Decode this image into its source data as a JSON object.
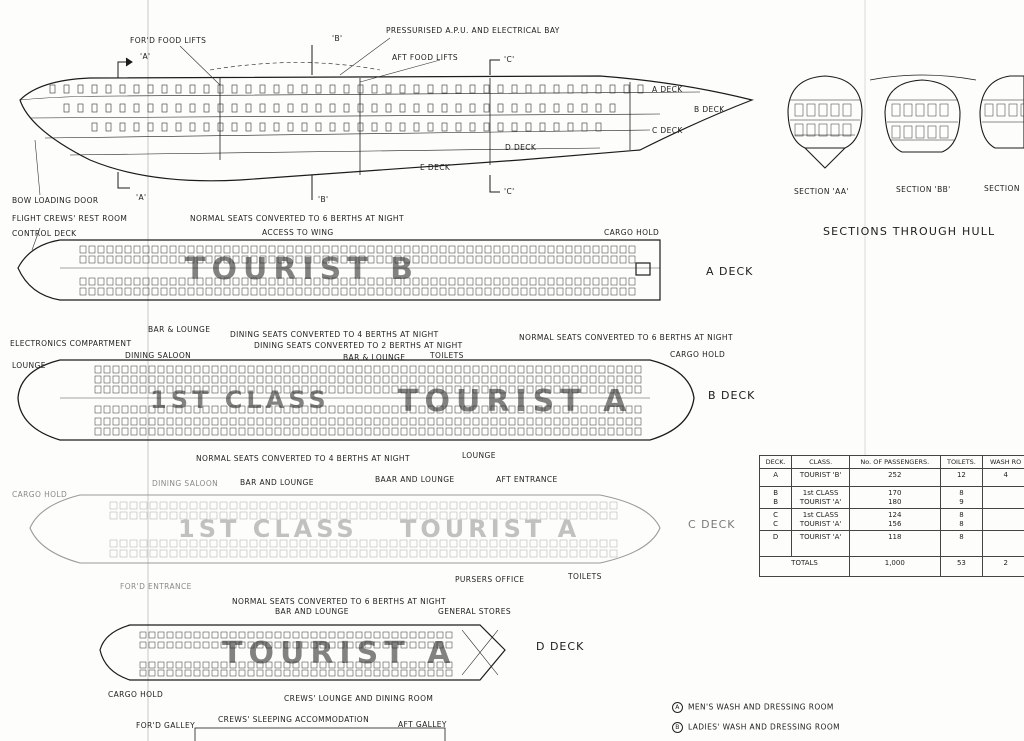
{
  "profile_labels": {
    "ford_food_lifts": "FOR'D FOOD LIFTS",
    "pressurised_apu": "PRESSURISED A.P.U. AND ELECTRICAL BAY",
    "aft_food_lifts": "AFT FOOD LIFTS",
    "bow_loading_door": "BOW LOADING DOOR",
    "a_deck": "A DECK",
    "b_deck": "B DECK",
    "c_deck": "C DECK",
    "d_deck": "D DECK",
    "e_deck": "E DECK",
    "sec_a_top": "'A'",
    "sec_a_bottom": "'A'",
    "sec_b_top": "'B'",
    "sec_b_bottom": "'B'",
    "sec_c_top": "'C'",
    "sec_c_bottom": "'C'"
  },
  "sections": {
    "aa": "SECTION 'AA'",
    "bb": "SECTION 'BB'",
    "cc": "SECTION",
    "title": "SECTIONS THROUGH HULL"
  },
  "a_deck_plan": {
    "title": "A DECK",
    "flight_crews_rest": "FLIGHT CREWS' REST ROOM",
    "control_deck": "CONTROL DECK",
    "normal_seats": "NORMAL SEATS CONVERTED TO 6 BERTHS AT NIGHT",
    "access_to_wing": "ACCESS TO WING",
    "cargo_hold": "CARGO HOLD",
    "class_text": "TOURIST B"
  },
  "b_deck_plan": {
    "title": "B DECK",
    "electronics": "ELECTRONICS COMPARTMENT",
    "lounge": "LOUNGE",
    "dining_saloon": "DINING SALOON",
    "bar_lounge_1": "BAR & LOUNGE",
    "dining_seats_4": "DINING SEATS CONVERTED TO 4 BERTHS AT NIGHT",
    "dining_seats_2": "DINING SEATS CONVERTED TO 2 BERTHS AT NIGHT",
    "bar_lounge_2": "BAR & LOUNGE",
    "toilets": "TOILETS",
    "normal_seats_6": "NORMAL SEATS CONVERTED TO 6 BERTHS AT NIGHT",
    "cargo_hold": "CARGO HOLD",
    "normal_seats_4": "NORMAL SEATS CONVERTED TO 4 BERTHS AT NIGHT",
    "lounge_bottom": "LOUNGE",
    "class_text_1": "1ST CLASS",
    "class_text_2": "TOURIST A"
  },
  "c_deck_plan": {
    "title": "C DECK",
    "cargo_hold": "CARGO HOLD",
    "dining_saloon": "DINING SALOON",
    "bar_lounge_1": "BAR AND LOUNGE",
    "bar_lounge_2": "BAAR AND LOUNGE",
    "aft_entrance": "AFT ENTRANCE",
    "ford_entrance": "FOR'D ENTRANCE",
    "pursers_office": "PURSERS OFFICE",
    "toilets": "TOILETS",
    "class_text_1": "1ST CLASS",
    "class_text_2": "TOURIST A"
  },
  "d_deck_plan": {
    "title": "D DECK",
    "normal_seats": "NORMAL SEATS CONVERTED TO 6 BERTHS AT NIGHT",
    "bar_lounge": "BAR AND LOUNGE",
    "general_stores": "GENERAL STORES",
    "cargo_hold": "CARGO HOLD",
    "crews_lounge": "CREWS' LOUNGE AND DINING ROOM",
    "ford_galley": "FOR'D GALLEY",
    "crews_sleeping": "CREWS' SLEEPING ACCOMMODATION",
    "aft_galley": "AFT GALLEY",
    "class_text": "TOURIST A"
  },
  "passenger_table": {
    "headers": [
      "DECK.",
      "CLASS.",
      "No. OF PASSENGERS.",
      "TOILETS.",
      "WASH RO"
    ],
    "rows": [
      {
        "deck": "A",
        "class": "TOURIST 'B'",
        "passengers": "252",
        "toilets": "12",
        "wash": "4"
      },
      {
        "deck": "B\nB",
        "class": "1st CLASS\nTOURIST 'A'",
        "passengers": "170\n180",
        "toilets": "8\n9",
        "wash": ""
      },
      {
        "deck": "C\nC",
        "class": "1st CLASS\nTOURIST 'A'",
        "passengers": "124\n156",
        "toilets": "8\n8",
        "wash": ""
      },
      {
        "deck": "D",
        "class": "TOURIST 'A'",
        "passengers": "118",
        "toilets": "8",
        "wash": ""
      }
    ],
    "totals_label": "TOTALS",
    "total_passengers": "1,000",
    "total_toilets": "53",
    "total_wash": "2"
  },
  "legend": {
    "a_symbol": "A",
    "a_text": "MEN'S WASH AND DRESSING ROOM",
    "b_symbol": "B",
    "b_text": "LADIES' WASH AND DRESSING ROOM"
  },
  "colors": {
    "ink": "#1c1c1c",
    "paper": "#fdfdfb",
    "faint_ink": "#8a8a8a"
  }
}
